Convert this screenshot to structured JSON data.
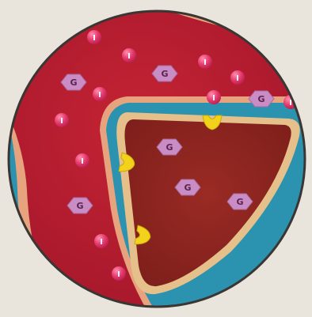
{
  "scene": {
    "insulin_label": "I",
    "glucose_label": "G",
    "colors": {
      "page_background": "#e9e4dc",
      "interstitial_fluid": "#2b93b0",
      "vessel": "#b81c2e",
      "vessel_wall": "#e7a27e",
      "cell_membrane": "#e6c08a",
      "cell_cytoplasm": "#8e2420",
      "insulin_molecule": "#e63a6d",
      "glucose_molecule": "#c98cc4",
      "receptor": "#f2d21a"
    }
  },
  "insulin": [
    {
      "id": 1,
      "label": "I"
    },
    {
      "id": 2,
      "label": "I"
    },
    {
      "id": 3,
      "label": "I"
    },
    {
      "id": 4,
      "label": "I"
    },
    {
      "id": 5,
      "label": "I"
    },
    {
      "id": 6,
      "label": "I"
    },
    {
      "id": 7,
      "label": "I"
    },
    {
      "id": 8,
      "label": "I"
    },
    {
      "id": 9,
      "label": "I"
    },
    {
      "id": 10,
      "label": "I"
    },
    {
      "id": 11,
      "label": "I"
    }
  ],
  "glucose": [
    {
      "id": 1,
      "label": "G"
    },
    {
      "id": 2,
      "label": "G"
    },
    {
      "id": 3,
      "label": "G"
    },
    {
      "id": 4,
      "label": "G"
    },
    {
      "id": 5,
      "label": "G"
    },
    {
      "id": 6,
      "label": "G"
    },
    {
      "id": 7,
      "label": "G"
    }
  ],
  "receptors": [
    {
      "id": 1,
      "name": "insulin-receptor"
    },
    {
      "id": 2,
      "name": "insulin-receptor"
    },
    {
      "id": 3,
      "name": "insulin-receptor"
    }
  ]
}
